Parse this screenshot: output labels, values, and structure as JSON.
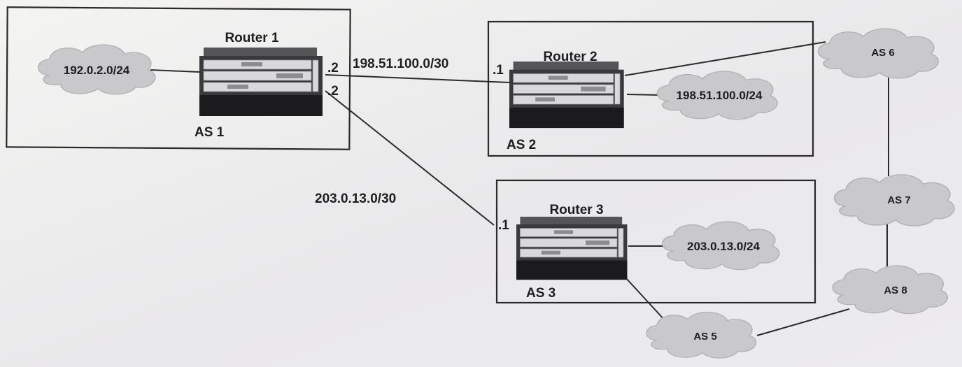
{
  "routers": [
    {
      "id": "r1",
      "label": "Router 1"
    },
    {
      "id": "r2",
      "label": "Router 2"
    },
    {
      "id": "r3",
      "label": "Router 3"
    }
  ],
  "as_boxes": [
    {
      "id": "as1",
      "label": "AS 1"
    },
    {
      "id": "as2",
      "label": "AS 2"
    },
    {
      "id": "as3",
      "label": "AS 3"
    }
  ],
  "clouds": [
    {
      "id": "net1",
      "label": "192.0.2.0/24"
    },
    {
      "id": "net2",
      "label": "198.51.100.0/24"
    },
    {
      "id": "net3",
      "label": "203.0.13.0/24"
    },
    {
      "id": "as6",
      "label": "AS 6"
    },
    {
      "id": "as7",
      "label": "AS 7"
    },
    {
      "id": "as8",
      "label": "AS 8"
    },
    {
      "id": "as5",
      "label": "AS 5"
    }
  ],
  "links": [
    {
      "id": "r1-r2",
      "subnet": "198.51.100.0/30",
      "end_a": ".2",
      "end_b": ".1"
    },
    {
      "id": "r1-r3",
      "subnet": "203.0.13.0/30",
      "end_a": ".2",
      "end_b": ".1"
    }
  ]
}
